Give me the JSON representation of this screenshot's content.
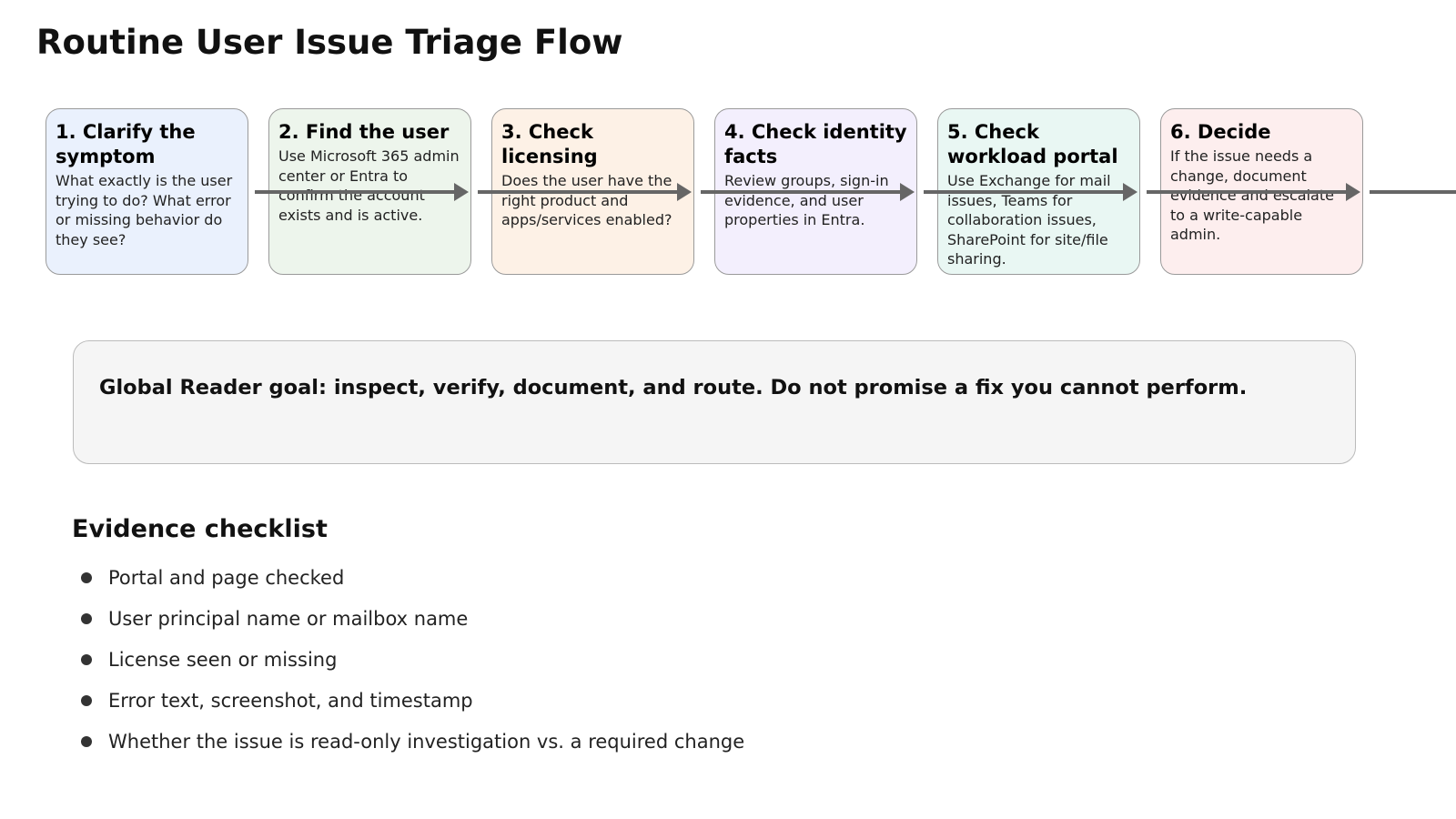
{
  "title": "Routine User Issue Triage Flow",
  "steps": [
    {
      "title": "1. Clarify the symptom",
      "body": "What exactly is the user trying to do? What error or missing behavior do they see?",
      "color": "#eaf1fd"
    },
    {
      "title": "2. Find the user",
      "body": "Use Microsoft 365 admin center or Entra to confirm the account exists and is active.",
      "color": "#edf5ec"
    },
    {
      "title": "3. Check licensing",
      "body": "Does the user have the right product and apps/services enabled?",
      "color": "#fdf1e6"
    },
    {
      "title": "4. Check identity facts",
      "body": "Review groups, sign-in evidence, and user properties in Entra.",
      "color": "#f3effd"
    },
    {
      "title": "5. Check workload portal",
      "body": "Use Exchange for mail issues, Teams for collaboration issues, SharePoint for site/file sharing.",
      "color": "#e9f7f3"
    },
    {
      "title": "6. Decide",
      "body": "If the issue needs a change, document evidence and escalate to a write-capable admin.",
      "color": "#fdeeee"
    }
  ],
  "arrow_color": "#666666",
  "goal": "Global Reader goal: inspect, verify, document, and route. Do not promise a fix you cannot perform.",
  "checklist": {
    "heading": "Evidence checklist",
    "items": [
      "Portal and page checked",
      "User principal name or mailbox name",
      "License seen or missing",
      "Error text, screenshot, and timestamp",
      "Whether the issue is read-only investigation vs. a required change"
    ]
  }
}
